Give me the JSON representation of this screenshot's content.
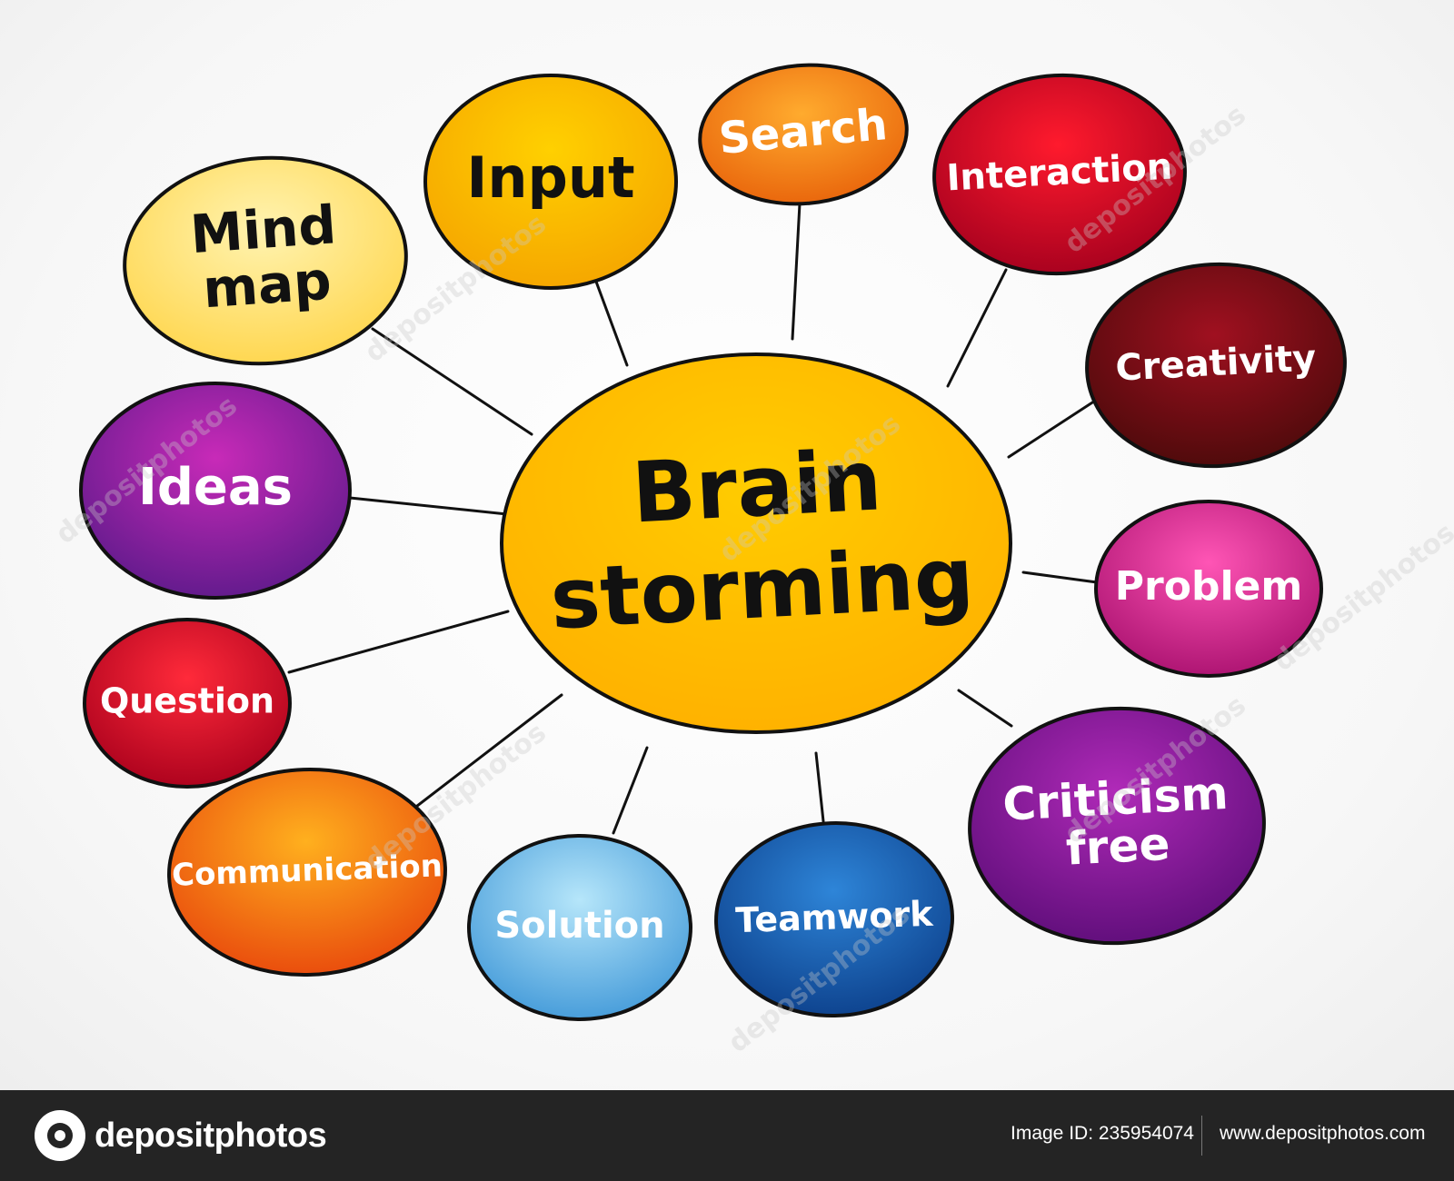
{
  "diagram": {
    "center": {
      "lines": [
        "Brain",
        "storming"
      ],
      "color_top": "#ffcc00",
      "color_bottom": "#ffb000"
    },
    "nodes": [
      {
        "key": "mind_map",
        "lines": [
          "Mind",
          "map"
        ],
        "c1": "#fff3b0",
        "c2": "#ffd54a",
        "text_color": "#111111"
      },
      {
        "key": "input",
        "lines": [
          "Input"
        ],
        "c1": "#ffd000",
        "c2": "#f5a400",
        "text_color": "#111111"
      },
      {
        "key": "search",
        "lines": [
          "Search"
        ],
        "c1": "#ffab2e",
        "c2": "#e8620a",
        "text_color": "#ffffff"
      },
      {
        "key": "interaction",
        "lines": [
          "Interaction"
        ],
        "c1": "#ff1a2d",
        "c2": "#a3001e",
        "text_color": "#ffffff"
      },
      {
        "key": "creativity",
        "lines": [
          "Creativity"
        ],
        "c1": "#a01020",
        "c2": "#4a0a0a",
        "text_color": "#ffffff"
      },
      {
        "key": "problem",
        "lines": [
          "Problem"
        ],
        "c1": "#ff55b5",
        "c2": "#a8106e",
        "text_color": "#ffffff"
      },
      {
        "key": "criticism_free",
        "lines": [
          "Criticism",
          "free"
        ],
        "c1": "#b02ab8",
        "c2": "#5c0d78",
        "text_color": "#ffffff"
      },
      {
        "key": "teamwork",
        "lines": [
          "Teamwork"
        ],
        "c1": "#2e85d8",
        "c2": "#0c3f8a",
        "text_color": "#ffffff"
      },
      {
        "key": "solution",
        "lines": [
          "Solution"
        ],
        "c1": "#b6e6fa",
        "c2": "#4098d8",
        "text_color": "#ffffff"
      },
      {
        "key": "communication",
        "lines": [
          "Communication"
        ],
        "c1": "#ffb01e",
        "c2": "#e8460c",
        "text_color": "#ffffff"
      },
      {
        "key": "question",
        "lines": [
          "Question"
        ],
        "c1": "#ff2a3a",
        "c2": "#a8001c",
        "text_color": "#ffffff"
      },
      {
        "key": "ideas",
        "lines": [
          "Ideas"
        ],
        "c1": "#c82ab8",
        "c2": "#5c1a8a",
        "text_color": "#ffffff"
      }
    ],
    "watermark": "depositphotos"
  },
  "footer": {
    "brand": "depositphotos",
    "image_id": "Image ID: 235954074",
    "site_url": "www.depositphotos.com",
    "background": "#242424"
  }
}
